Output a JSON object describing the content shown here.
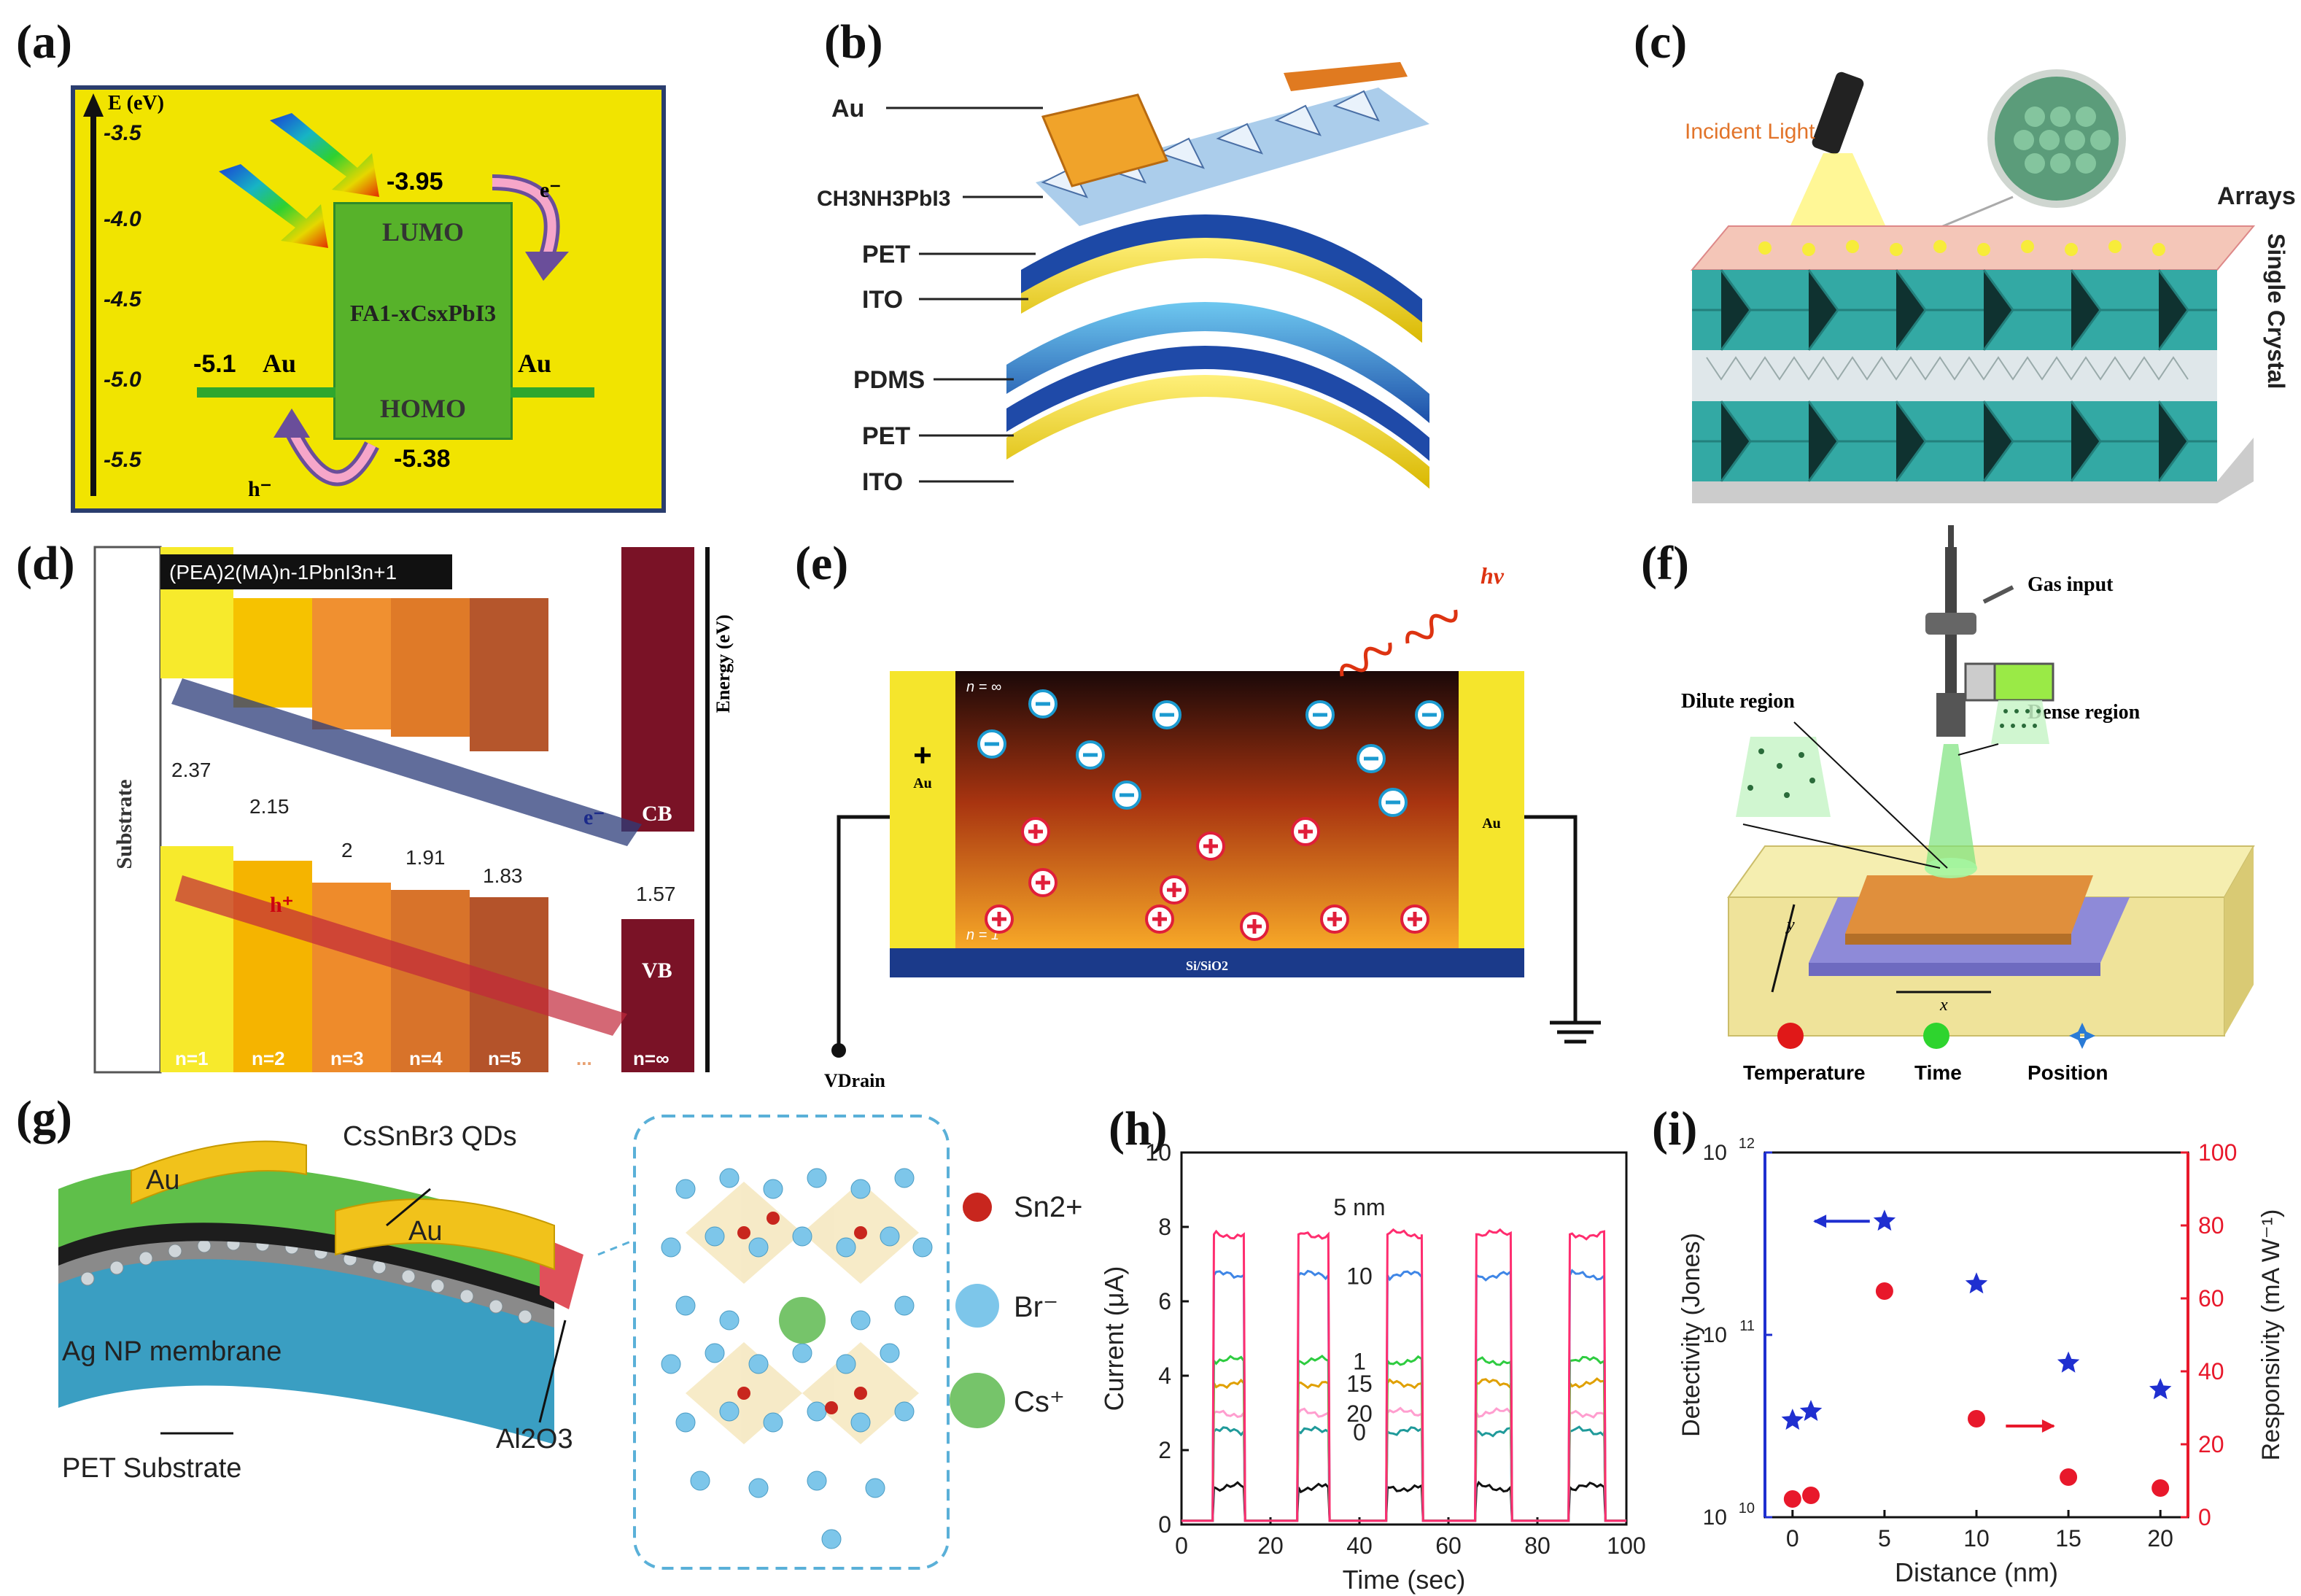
{
  "panels": {
    "a": {
      "label": "(a)",
      "axis_title": "E (eV)",
      "ticks": [
        "-3.5",
        "-4.0",
        "-4.5",
        "-5.0",
        "-5.5"
      ],
      "lumo": "LUMO",
      "homo": "HOMO",
      "material": "FA1-xCsxPbI3",
      "electrode_left": "Au",
      "electrode_right": "Au",
      "lumo_level": "-3.95",
      "homo_level": "-5.38",
      "au_level": "-5.1",
      "electron": "e⁻",
      "hole": "h⁻",
      "bg_color": "#f1e400"
    },
    "b": {
      "label": "(b)",
      "layers": [
        "Au",
        "CH3NH3PbI3",
        "PET",
        "ITO",
        "PDMS",
        "PET",
        "ITO"
      ]
    },
    "c": {
      "label": "(c)",
      "incident": "Incident Light",
      "arrays": "Arrays",
      "single_crystal": "Single Crystal"
    },
    "d": {
      "label": "(d)",
      "formula": "(PEA)2(MA)n-1PbnI3n+1",
      "substrate": "Substrate",
      "energy": "Energy (eV)",
      "gaps": [
        "2.37",
        "2.15",
        "2",
        "1.91",
        "1.83",
        "1.57"
      ],
      "phases": [
        "n=1",
        "n=2",
        "n=3",
        "n=4",
        "n=5",
        "...",
        "n=∞"
      ],
      "cb": "CB",
      "vb": "VB",
      "electron": "e⁻",
      "hole": "h⁺"
    },
    "e": {
      "label": "(e)",
      "hv": "hν",
      "top_phase": "n = ∞",
      "bottom_phase": "n = 1",
      "electrode_left": "Au",
      "electrode_right": "Au",
      "plus": "+",
      "substrate": "Si/SiO2",
      "drain": "VDrain"
    },
    "f": {
      "label": "(f)",
      "gas_input": "Gas input",
      "dilute": "Dilute region",
      "dense": "Dense region",
      "axis_x": "x",
      "axis_y": "y",
      "temperature": "Temperature",
      "time": "Time",
      "position": "Position"
    },
    "g": {
      "label": "(g)",
      "au1": "Au",
      "au2": "Au",
      "qds": "CsSnBr3 QDs",
      "ag": "Ag NP membrane",
      "al2o3": "Al2O3",
      "pet": "PET Substrate",
      "legend": [
        "Sn2+",
        "Br⁻",
        "Cs⁺"
      ]
    },
    "h": {
      "label": "(h)"
    },
    "i": {
      "label": "(i)"
    }
  },
  "chart_data": [
    {
      "id": "h",
      "type": "line",
      "xlabel": "Time (sec)",
      "ylabel": "Current (μA)",
      "xlim": [
        0,
        100
      ],
      "ylim": [
        0,
        10
      ],
      "xticks": [
        0,
        20,
        40,
        60,
        80,
        100
      ],
      "yticks": [
        0,
        2,
        4,
        6,
        8,
        10
      ],
      "on_intervals": [
        [
          7,
          14
        ],
        [
          26,
          33
        ],
        [
          46,
          54
        ],
        [
          66,
          74
        ],
        [
          87,
          95
        ]
      ],
      "dark_level": 0.1,
      "series": [
        {
          "name": "5 nm",
          "on_value": 7.8,
          "color": "#ff2d6f"
        },
        {
          "name": "10",
          "on_value": 6.7,
          "color": "#3f86e6"
        },
        {
          "name": "1",
          "on_value": 4.4,
          "color": "#2ecc40"
        },
        {
          "name": "15",
          "on_value": 3.8,
          "color": "#e0a000"
        },
        {
          "name": "20",
          "on_value": 3.0,
          "color": "#ff9ecf"
        },
        {
          "name": "0",
          "on_value": 2.5,
          "color": "#1f9a9a"
        },
        {
          "name": "",
          "on_value": 1.0,
          "color": "#111111"
        }
      ]
    },
    {
      "id": "i",
      "type": "scatter",
      "xlabel": "Distance (nm)",
      "ylabel_left": "Detectivity (Jones)",
      "ylabel_right": "Responsivity (mA W⁻¹)",
      "xlim": [
        -1.5,
        21.5
      ],
      "xticks": [
        0,
        5,
        10,
        15,
        20
      ],
      "ylim_left_log10": [
        10,
        12
      ],
      "yticks_left": [
        {
          "exp": 10,
          "label": "10"
        },
        {
          "exp": 11,
          "label": "10"
        },
        {
          "exp": 12,
          "label": "10"
        }
      ],
      "ylim_right": [
        0,
        100
      ],
      "yticks_right": [
        0,
        20,
        40,
        60,
        80,
        100
      ],
      "detectivity_color": "#1f2fd0",
      "responsivity_color": "#e8182b",
      "detectivity": [
        {
          "x": 0,
          "y": 34000000000.0
        },
        {
          "x": 1,
          "y": 38000000000.0
        },
        {
          "x": 5,
          "y": 420000000000.0
        },
        {
          "x": 10,
          "y": 190000000000.0
        },
        {
          "x": 15,
          "y": 70000000000.0
        },
        {
          "x": 20,
          "y": 50000000000.0
        }
      ],
      "responsivity": [
        {
          "x": 0,
          "y": 5
        },
        {
          "x": 1,
          "y": 6
        },
        {
          "x": 5,
          "y": 62
        },
        {
          "x": 10,
          "y": 27
        },
        {
          "x": 15,
          "y": 11
        },
        {
          "x": 20,
          "y": 8
        }
      ]
    }
  ]
}
